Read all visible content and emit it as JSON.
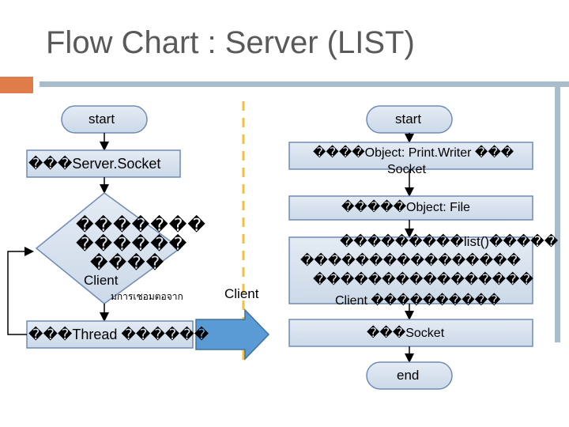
{
  "title": "Flow Chart : Server (LIST)",
  "left": {
    "start": "start",
    "create_socket": "���Server.Socket",
    "decision": [
      "�������",
      "������",
      "����"
    ],
    "decision_client": "Client",
    "decision_sub": "มการเชอมตอจาก",
    "thread": "���Thread ������"
  },
  "middle_label": "Client",
  "right": {
    "start": "start",
    "writer": [
      "����Object: Print.Writer ���",
      "Socket"
    ],
    "file": "�����Object: File",
    "list": [
      "���������list()�����",
      "����������������",
      "����������������",
      "Client ����������"
    ],
    "socket": "���Socket",
    "end": "end"
  },
  "colors": {
    "title": "#595959",
    "accent_orange": "#e07b4a",
    "accent_blue": "#a8bccc",
    "arrow": "#5b9bd5",
    "shape_fill": "#dbe5f1"
  }
}
